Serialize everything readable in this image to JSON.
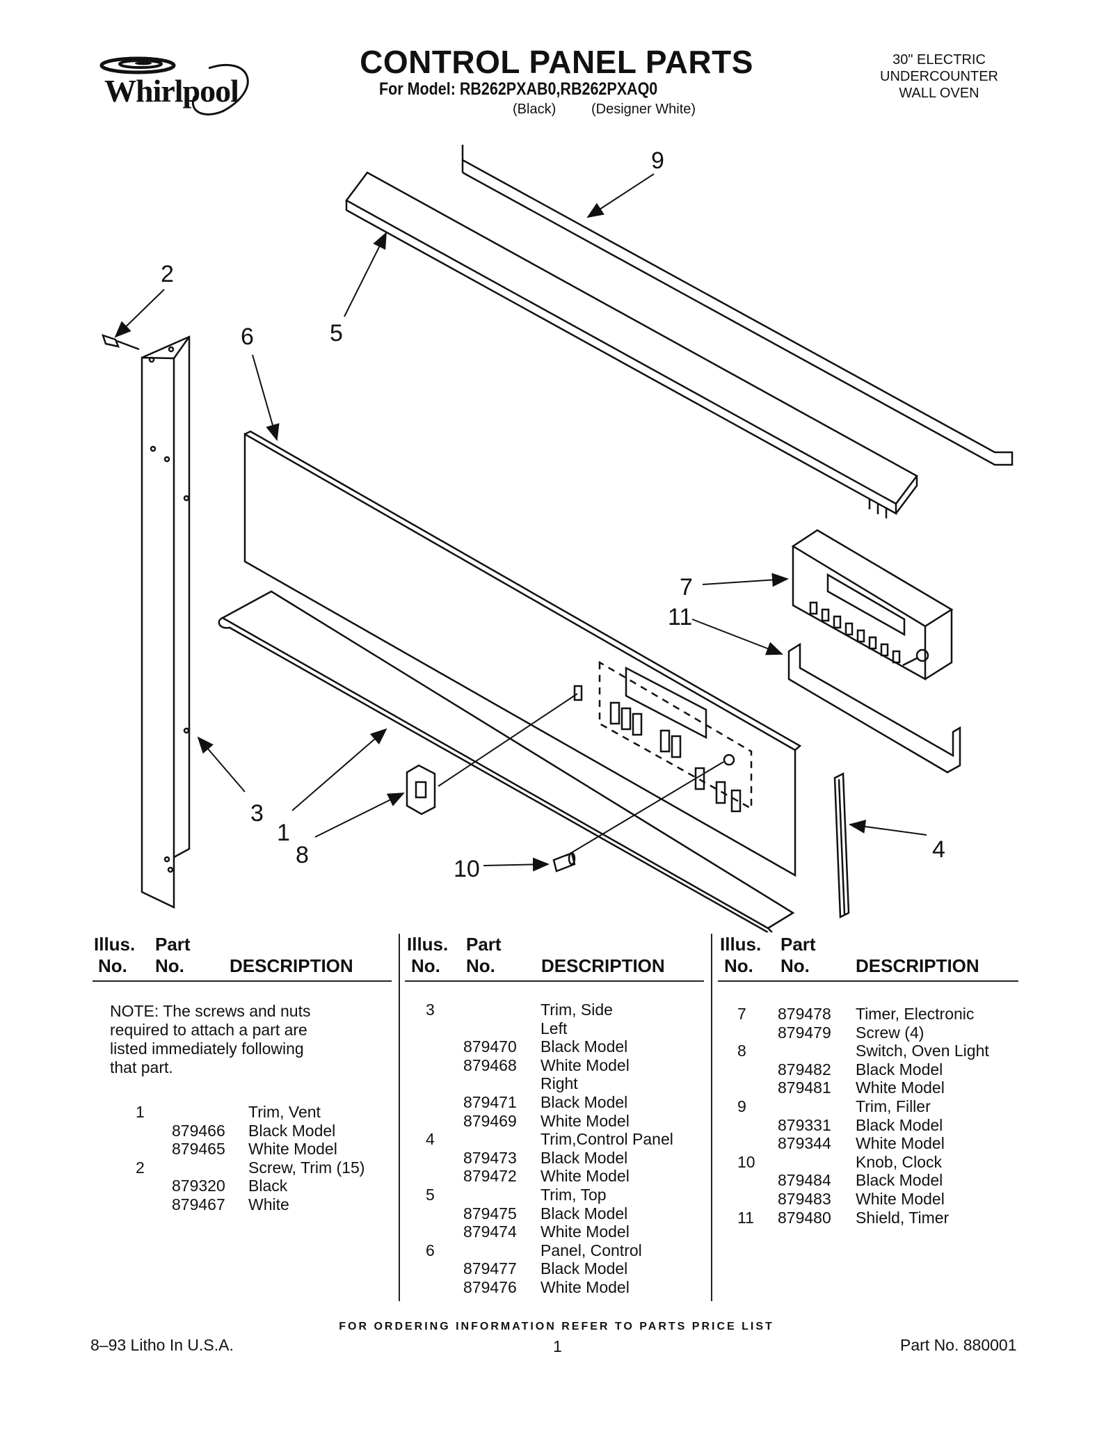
{
  "header": {
    "logo_text": "Whirlpool",
    "title": "CONTROL PANEL PARTS",
    "subtitle": "For Model: RB262PXAB0,RB262PXAQ0",
    "variant_black": "(Black)",
    "variant_white": "(Designer White)",
    "product_type": [
      "30\" ELECTRIC",
      "UNDERCOUNTER",
      "WALL OVEN"
    ]
  },
  "diagram": {
    "callouts": [
      "1",
      "2",
      "3",
      "4",
      "5",
      "6",
      "7",
      "8",
      "9",
      "10",
      "11"
    ]
  },
  "table": {
    "headers": {
      "illus": [
        "Illus.",
        "No."
      ],
      "part": [
        "Part",
        "No."
      ],
      "description": "DESCRIPTION"
    },
    "note": [
      "NOTE: The screws and nuts",
      "required to attach a part are",
      "listed immediately following",
      "that part."
    ],
    "col1": [
      {
        "illus": "1",
        "part": "",
        "desc": "Trim, Vent"
      },
      {
        "illus": "",
        "part": "879466",
        "desc": "Black Model"
      },
      {
        "illus": "",
        "part": "879465",
        "desc": "White Model"
      },
      {
        "illus": "2",
        "part": "",
        "desc": "Screw, Trim (15)"
      },
      {
        "illus": "",
        "part": "879320",
        "desc": "Black"
      },
      {
        "illus": "",
        "part": "879467",
        "desc": "White"
      }
    ],
    "col2": [
      {
        "illus": "3",
        "part": "",
        "desc": "Trim, Side"
      },
      {
        "illus": "",
        "part": "",
        "desc": "Left"
      },
      {
        "illus": "",
        "part": "879470",
        "desc": "Black Model"
      },
      {
        "illus": "",
        "part": "879468",
        "desc": "White Model"
      },
      {
        "illus": "",
        "part": "",
        "desc": "Right"
      },
      {
        "illus": "",
        "part": "879471",
        "desc": "Black Model"
      },
      {
        "illus": "",
        "part": "879469",
        "desc": "White Model"
      },
      {
        "illus": "4",
        "part": "",
        "desc": "Trim,Control Panel"
      },
      {
        "illus": "",
        "part": "879473",
        "desc": "Black Model"
      },
      {
        "illus": "",
        "part": "879472",
        "desc": "White Model"
      },
      {
        "illus": "5",
        "part": "",
        "desc": "Trim, Top"
      },
      {
        "illus": "",
        "part": "879475",
        "desc": "Black Model"
      },
      {
        "illus": "",
        "part": "879474",
        "desc": "White Model"
      },
      {
        "illus": "6",
        "part": "",
        "desc": "Panel, Control"
      },
      {
        "illus": "",
        "part": "879477",
        "desc": "Black Model"
      },
      {
        "illus": "",
        "part": "879476",
        "desc": "White Model"
      }
    ],
    "col3": [
      {
        "illus": "7",
        "part": "879478",
        "desc": "Timer, Electronic"
      },
      {
        "illus": "",
        "part": "879479",
        "desc": "Screw (4)"
      },
      {
        "illus": "8",
        "part": "",
        "desc": "Switch, Oven Light"
      },
      {
        "illus": "",
        "part": "879482",
        "desc": "Black Model"
      },
      {
        "illus": "",
        "part": "879481",
        "desc": "White Model"
      },
      {
        "illus": "9",
        "part": "",
        "desc": "Trim, Filler"
      },
      {
        "illus": "",
        "part": "879331",
        "desc": "Black Model"
      },
      {
        "illus": "",
        "part": "879344",
        "desc": "White Model"
      },
      {
        "illus": "10",
        "part": "",
        "desc": "Knob, Clock"
      },
      {
        "illus": "",
        "part": "879484",
        "desc": "Black Model"
      },
      {
        "illus": "",
        "part": "879483",
        "desc": "White Model"
      },
      {
        "illus": "11",
        "part": "879480",
        "desc": "Shield, Timer"
      }
    ]
  },
  "footer": {
    "ordering_info": "FOR ORDERING INFORMATION REFER TO PARTS PRICE LIST",
    "litho": "8–93 Litho In U.S.A.",
    "page_number": "1",
    "part_number": "Part No. 880001"
  }
}
